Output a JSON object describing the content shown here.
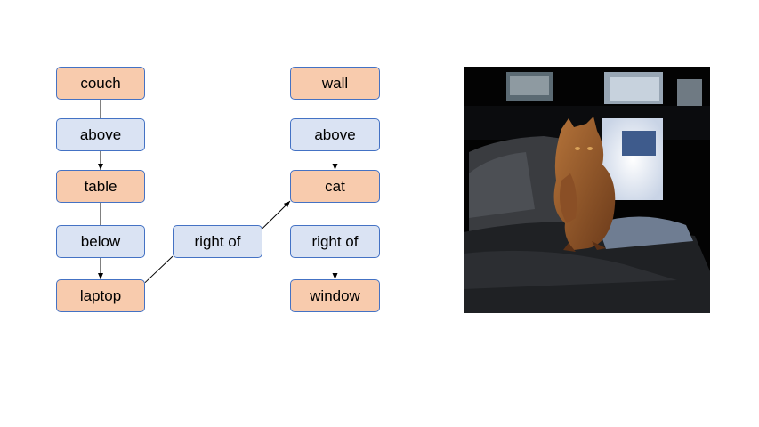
{
  "scene_graph": {
    "nodes": {
      "couch": {
        "label": "couch",
        "kind": "object"
      },
      "above1": {
        "label": "above",
        "kind": "relation"
      },
      "table": {
        "label": "table",
        "kind": "object"
      },
      "below": {
        "label": "below",
        "kind": "relation"
      },
      "laptop": {
        "label": "laptop",
        "kind": "object"
      },
      "rightof1": {
        "label": "right of",
        "kind": "relation"
      },
      "wall": {
        "label": "wall",
        "kind": "object"
      },
      "above2": {
        "label": "above",
        "kind": "relation"
      },
      "cat": {
        "label": "cat",
        "kind": "object"
      },
      "rightof2": {
        "label": "right of",
        "kind": "relation"
      },
      "window": {
        "label": "window",
        "kind": "object"
      }
    },
    "edges": [
      {
        "from": "couch",
        "to": "above1",
        "arrow": false
      },
      {
        "from": "above1",
        "to": "table",
        "arrow": true
      },
      {
        "from": "table",
        "to": "below",
        "arrow": false
      },
      {
        "from": "below",
        "to": "laptop",
        "arrow": true
      },
      {
        "from": "laptop",
        "to": "rightof1",
        "arrow": false
      },
      {
        "from": "rightof1",
        "to": "cat",
        "arrow": true
      },
      {
        "from": "wall",
        "to": "above2",
        "arrow": false
      },
      {
        "from": "above2",
        "to": "cat",
        "arrow": true
      },
      {
        "from": "cat",
        "to": "rightof2",
        "arrow": false
      },
      {
        "from": "rightof2",
        "to": "window",
        "arrow": true
      }
    ],
    "colors": {
      "object_fill": "#f8cbad",
      "relation_fill": "#dae3f3",
      "node_border": "#4472c4",
      "edge": "#000000"
    }
  },
  "photo": {
    "subject": "orange cat standing on a couch in a dark room",
    "icon": "photo-image"
  }
}
